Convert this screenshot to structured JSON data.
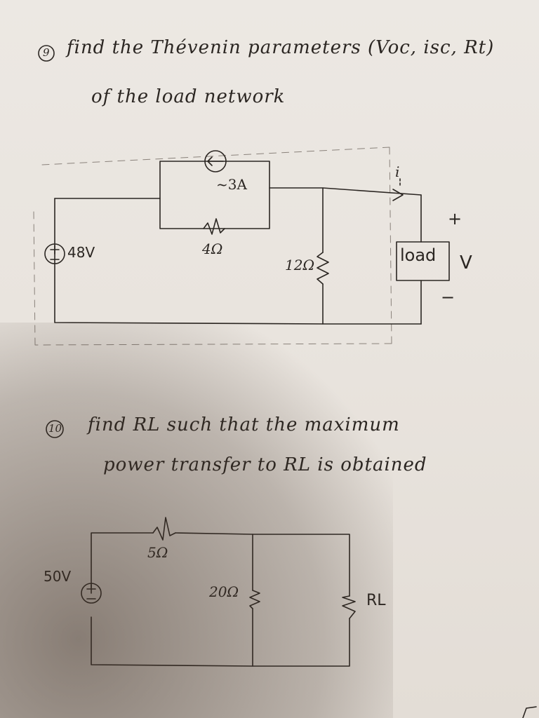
{
  "problem9": {
    "number": "9",
    "line1": "find the Thévenin parameters (Voc, isc, Rt)",
    "line2": "of the load network",
    "source_label": "48V",
    "current_source_label": "~3A",
    "r1_label": "4Ω",
    "r2_label": "12Ω",
    "load_label": "load",
    "current_label": "i",
    "plus_label": "+",
    "minus_label": "−",
    "voltage_label": "V",
    "source_plus": "+",
    "source_minus": "−"
  },
  "problem10": {
    "number": "10",
    "line1": "find RL such that the maximum",
    "line2": "power transfer to RL is obtained",
    "source_label": "50V",
    "r1_label": "5Ω",
    "r2_label": "20Ω",
    "rl_label": "RL",
    "source_plus": "+",
    "source_minus": "−"
  },
  "ink_color": "#2b2622"
}
